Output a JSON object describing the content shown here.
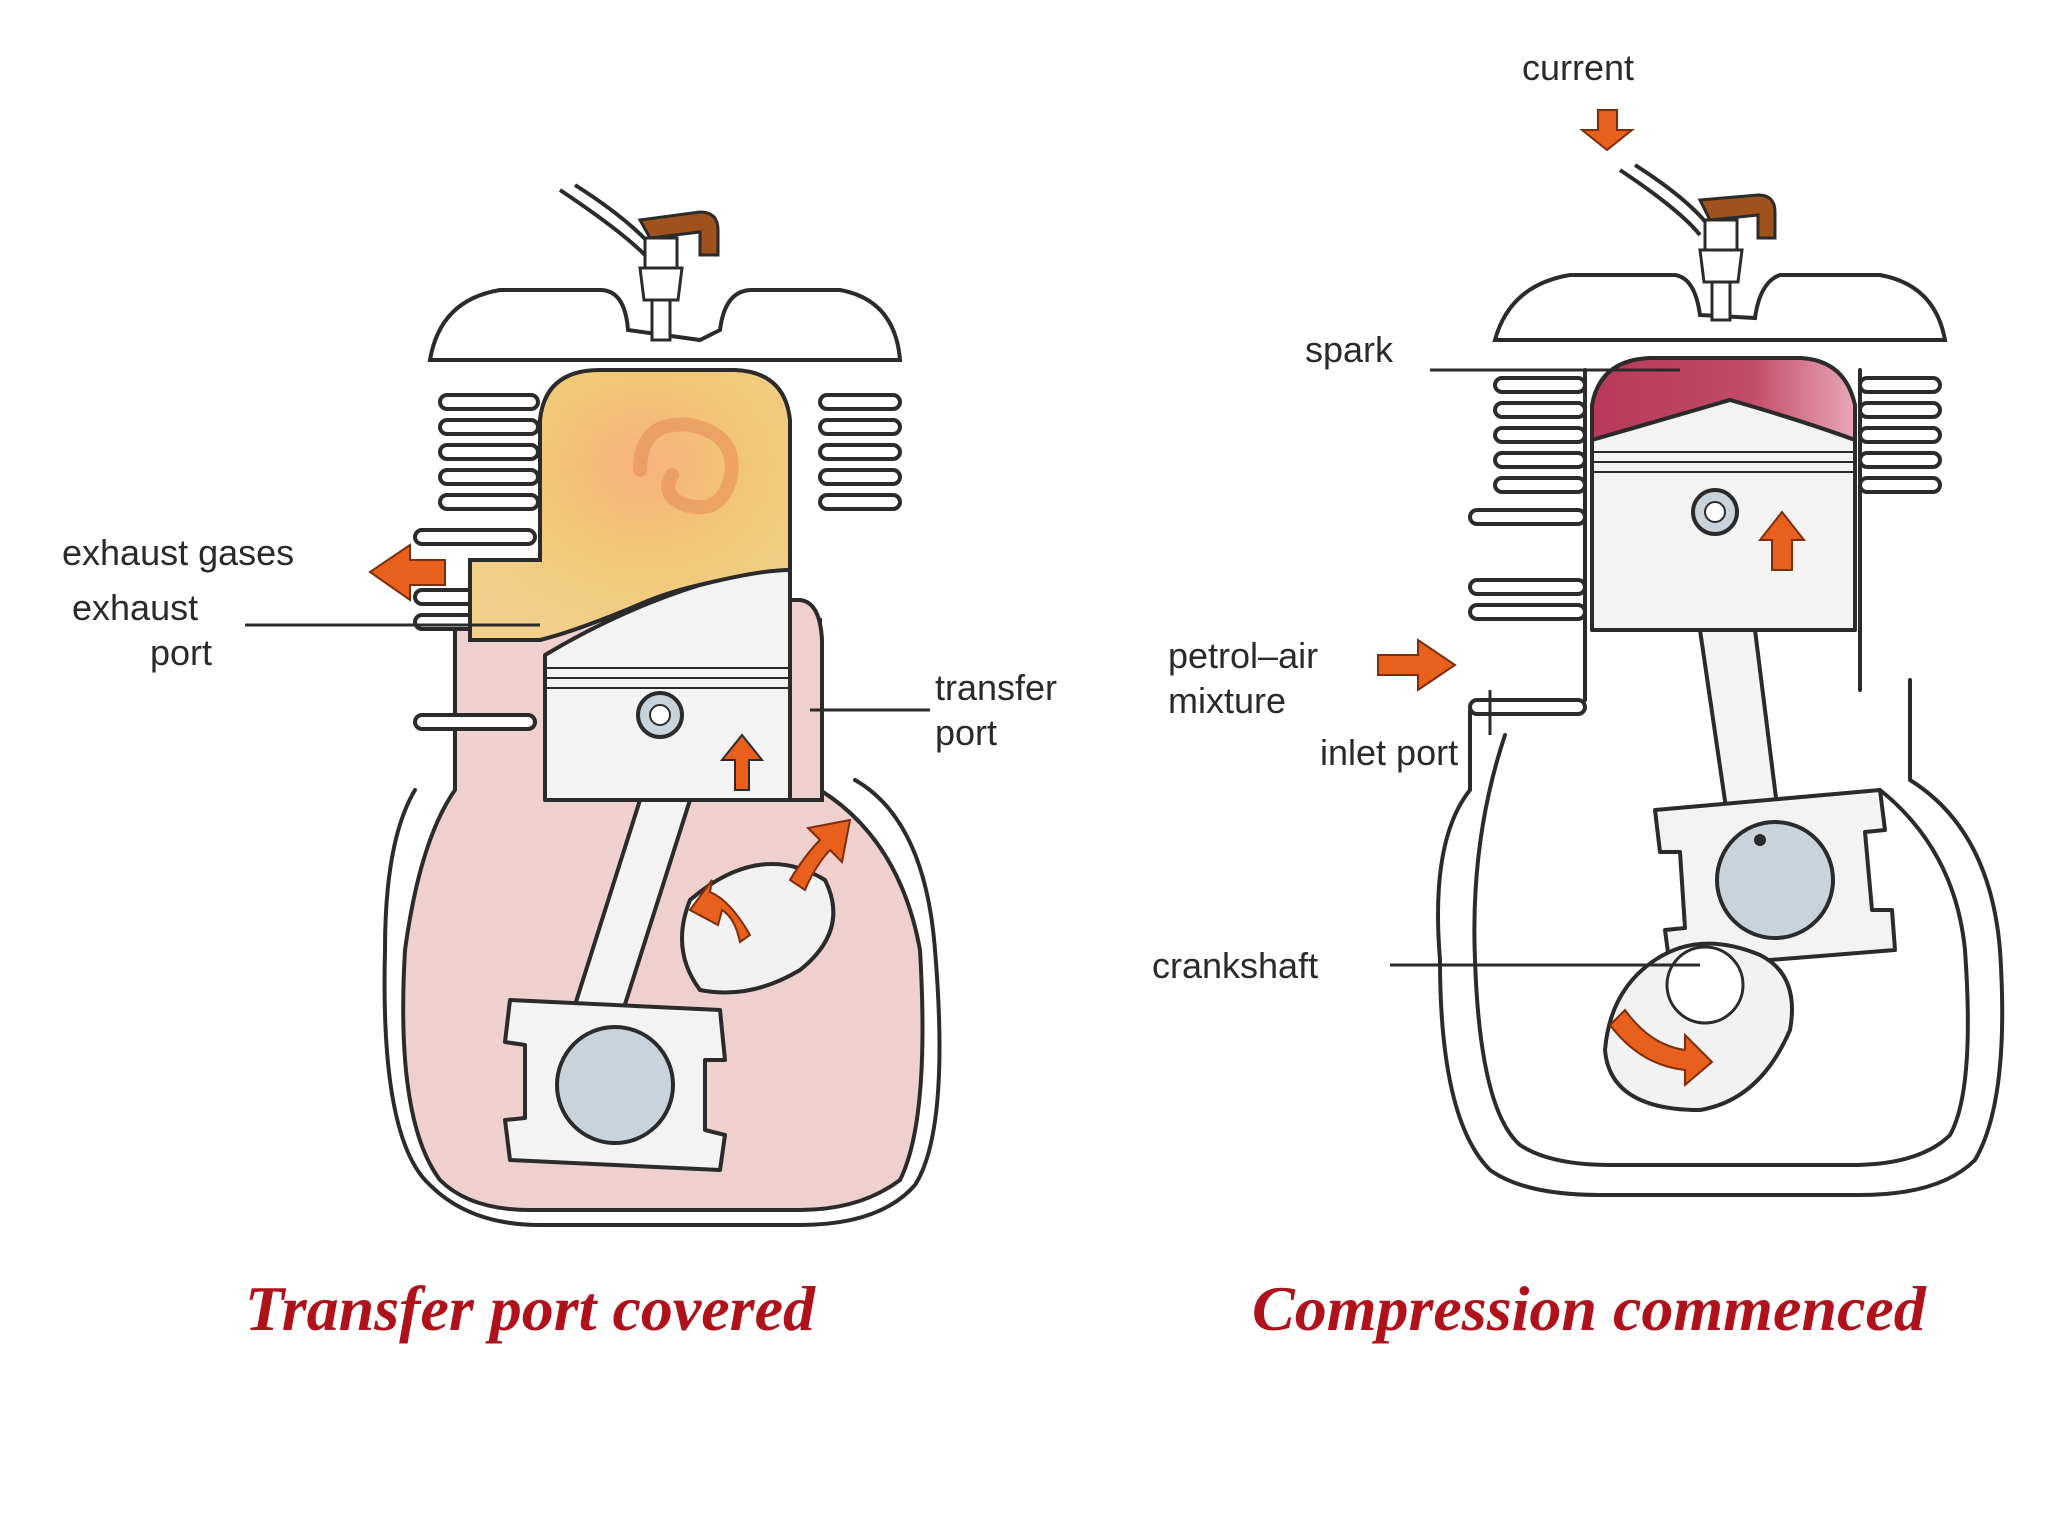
{
  "colors": {
    "caption": "#b0121b",
    "arrow": "#e8601c",
    "exhaust_gas": "#f2c877",
    "crankcase_mix": "#f0cfcf",
    "compressed_charge": "#c24a68",
    "metal": "#f3f3f3",
    "bearing": "#c9d3dc"
  },
  "icons": [
    "flow-arrow-icon",
    "spark-plug-icon"
  ],
  "left_panel": {
    "caption": "Transfer port covered",
    "labels": {
      "exhaust_gases": "exhaust gases",
      "exhaust_port_1": "exhaust",
      "exhaust_port_2": "port",
      "transfer_port_1": "transfer",
      "transfer_port_2": "port"
    }
  },
  "right_panel": {
    "caption": "Compression commenced",
    "labels": {
      "current": "current",
      "spark": "spark",
      "petrol_air_1": "petrol–air",
      "petrol_air_2": "mixture",
      "inlet_port": "inlet port",
      "crankshaft": "crankshaft"
    }
  }
}
